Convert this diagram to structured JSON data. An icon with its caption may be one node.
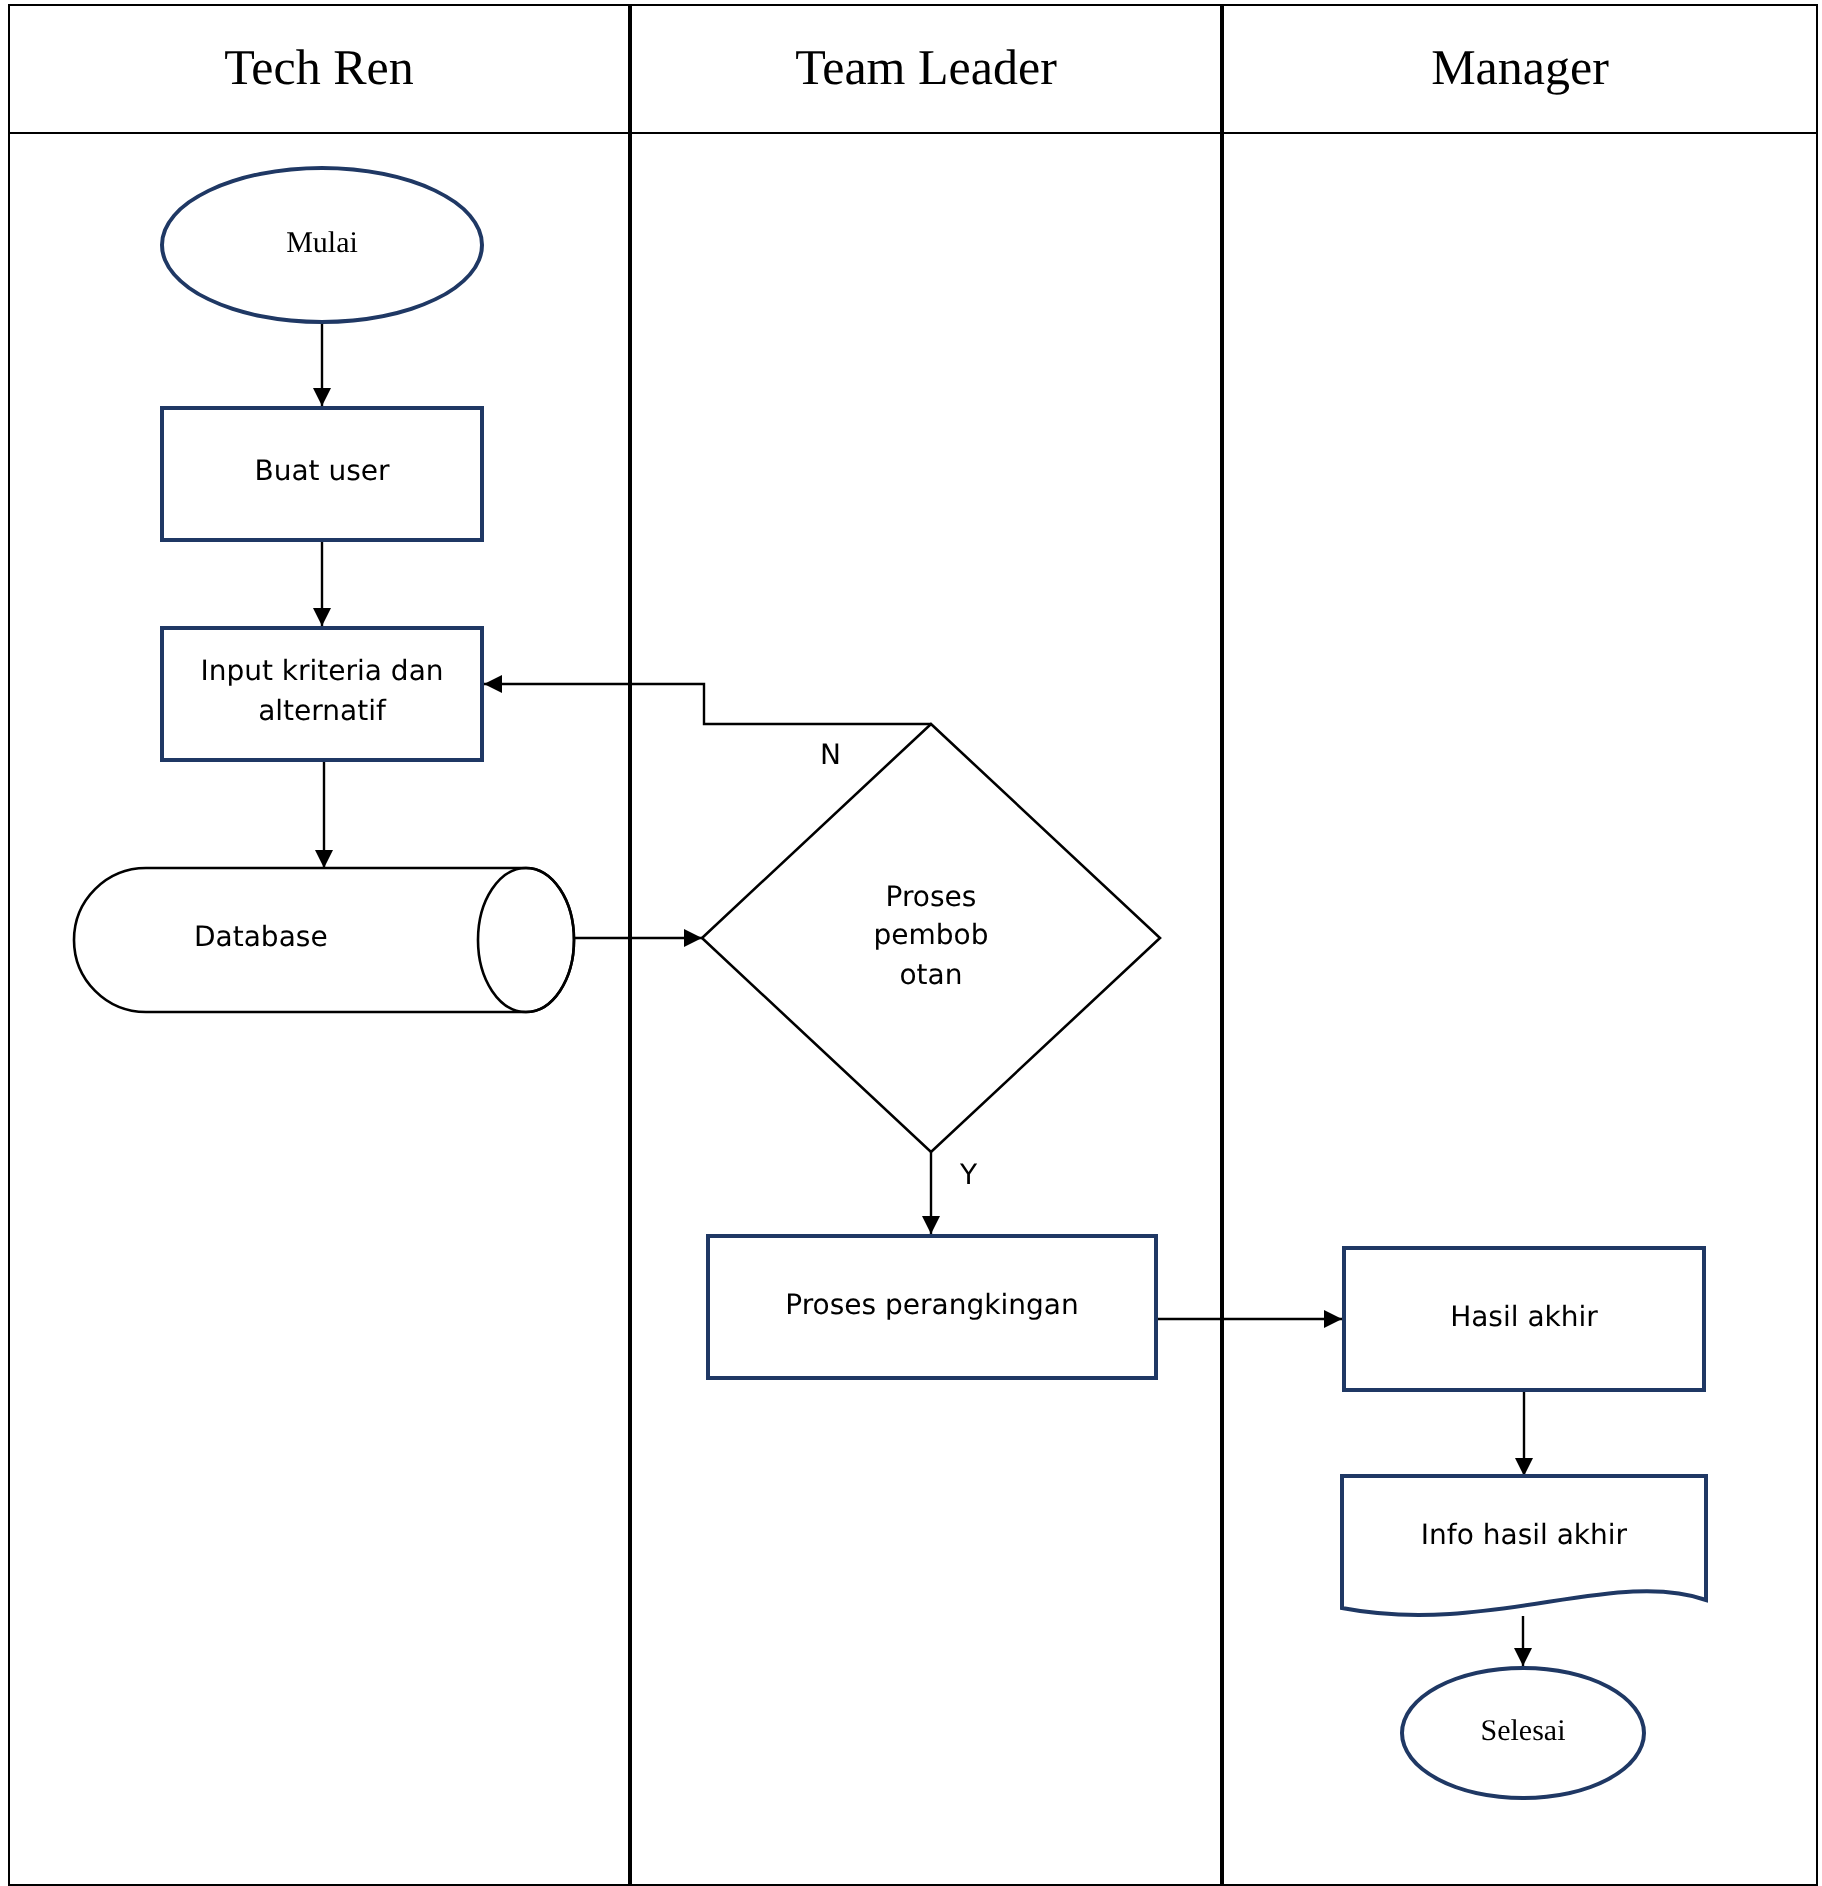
{
  "diagram": {
    "nodes": [
      {
        "text": [
          "Tech Ren"
        ]
      },
      {
        "text": [
          "Team Leader"
        ]
      },
      {
        "text": [
          "Manager"
        ]
      },
      {
        "text": [
          "Mulai"
        ],
        "in": 0
      },
      {
        "text": [
          "Buat user"
        ],
        "in": 0
      },
      {
        "text": [
          "Input kriteria dan alternatif"
        ],
        "in": 0
      },
      {
        "text": [
          "Database"
        ],
        "in": 0
      },
      {
        "text": [
          "Proses pembob otan"
        ],
        "in": 1
      },
      {
        "text": [
          "Proses perangkingan"
        ],
        "in": 1
      },
      {
        "text": [
          "Hasil akhir"
        ],
        "in": 2
      },
      {
        "text": [
          "Info hasil akhir"
        ],
        "in": 2
      },
      {
        "text": [
          "Selesai"
        ],
        "in": 2
      }
    ],
    "edges": [
      {
        "from": 3,
        "to": 4,
        "arrow": "to"
      },
      {
        "from": 4,
        "to": 5,
        "arrow": "to"
      },
      {
        "from": 5,
        "to": 6,
        "arrow": "to"
      },
      {
        "from": 6,
        "to": 7,
        "arrow": "to"
      },
      {
        "from": 7,
        "to": 5,
        "arrow": "to",
        "label": "N"
      },
      {
        "from": 7,
        "to": 8,
        "arrow": "to",
        "label": "Y"
      },
      {
        "from": 8,
        "to": 9,
        "arrow": "to"
      },
      {
        "from": 9,
        "to": 10,
        "arrow": "to"
      },
      {
        "from": 10,
        "to": 11,
        "arrow": "to"
      }
    ]
  }
}
